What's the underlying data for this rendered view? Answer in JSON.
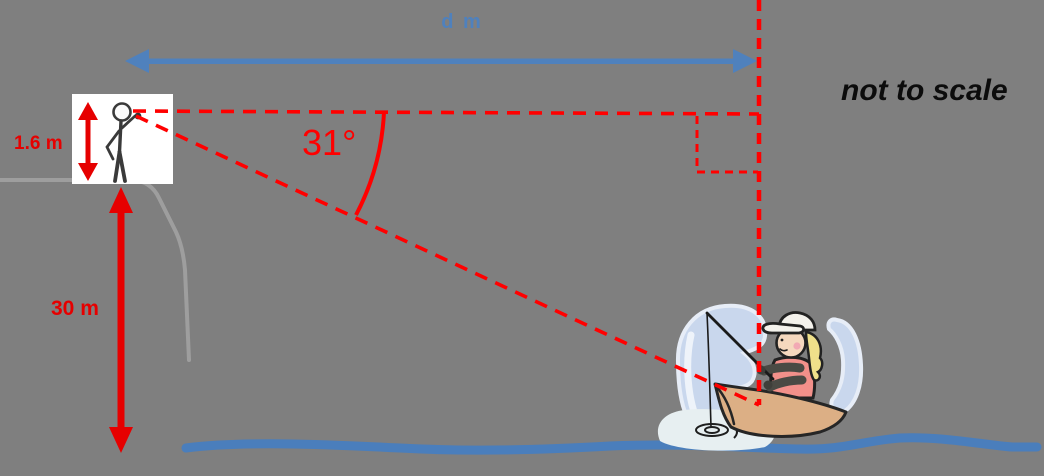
{
  "labels": {
    "distance": "d m",
    "angle": "31°",
    "person_height": "1.6 m",
    "cliff_height": "30 m",
    "scale_note": "not to scale"
  },
  "values": {
    "angle_degrees": 31,
    "person_height_m": 1.6,
    "cliff_height_m": 30,
    "horizontal_distance_variable": "d"
  },
  "colors": {
    "background_gray": "#7f7f7f",
    "dashed_line_red": "#ff0000",
    "measure_arrow_red": "#e60000",
    "distance_arrow_blue": "#4f81bd",
    "water_blue": "#4a7ebc",
    "cliff_edge_gray": "#9e9e9e",
    "boat_hull_tan": "#dcaf85",
    "splash_blue": "#c9d7ed",
    "shirt_pink": "#f2908a",
    "hair_yellow": "#efe08a",
    "skin_tone": "#f5d8be"
  }
}
